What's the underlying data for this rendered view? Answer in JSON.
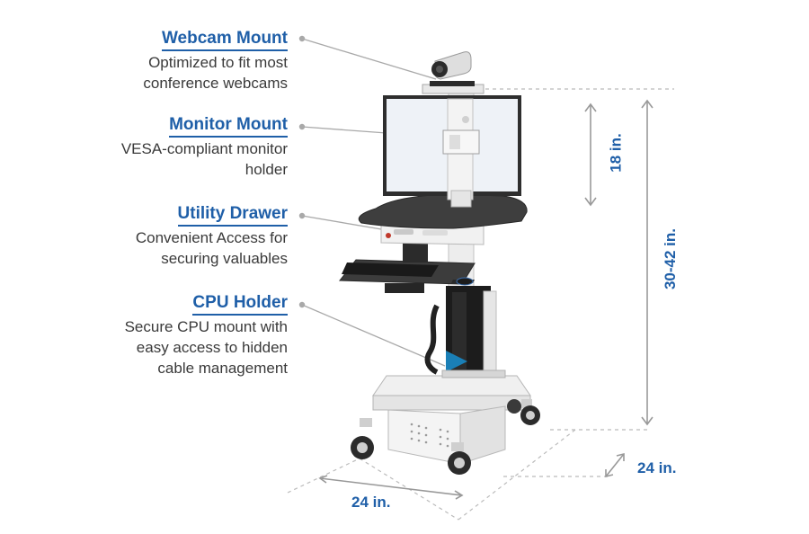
{
  "callouts": [
    {
      "title": "Webcam Mount",
      "desc_lines": [
        "Optimized to fit most",
        "conference webcams"
      ]
    },
    {
      "title": "Monitor Mount",
      "desc_lines": [
        "VESA-compliant monitor",
        "holder"
      ]
    },
    {
      "title": "Utility Drawer",
      "desc_lines": [
        "Convenient Access for",
        "securing valuables"
      ]
    },
    {
      "title": "CPU Holder",
      "desc_lines": [
        "Secure CPU mount with",
        "easy access to hidden",
        "cable management"
      ]
    }
  ],
  "dimensions": {
    "monitor_height": "18 in.",
    "total_height": "30-42 in.",
    "depth": "24 in.",
    "width": "24 in."
  },
  "colors": {
    "accent": "#1f5fa8",
    "text": "#3a3a3a"
  }
}
